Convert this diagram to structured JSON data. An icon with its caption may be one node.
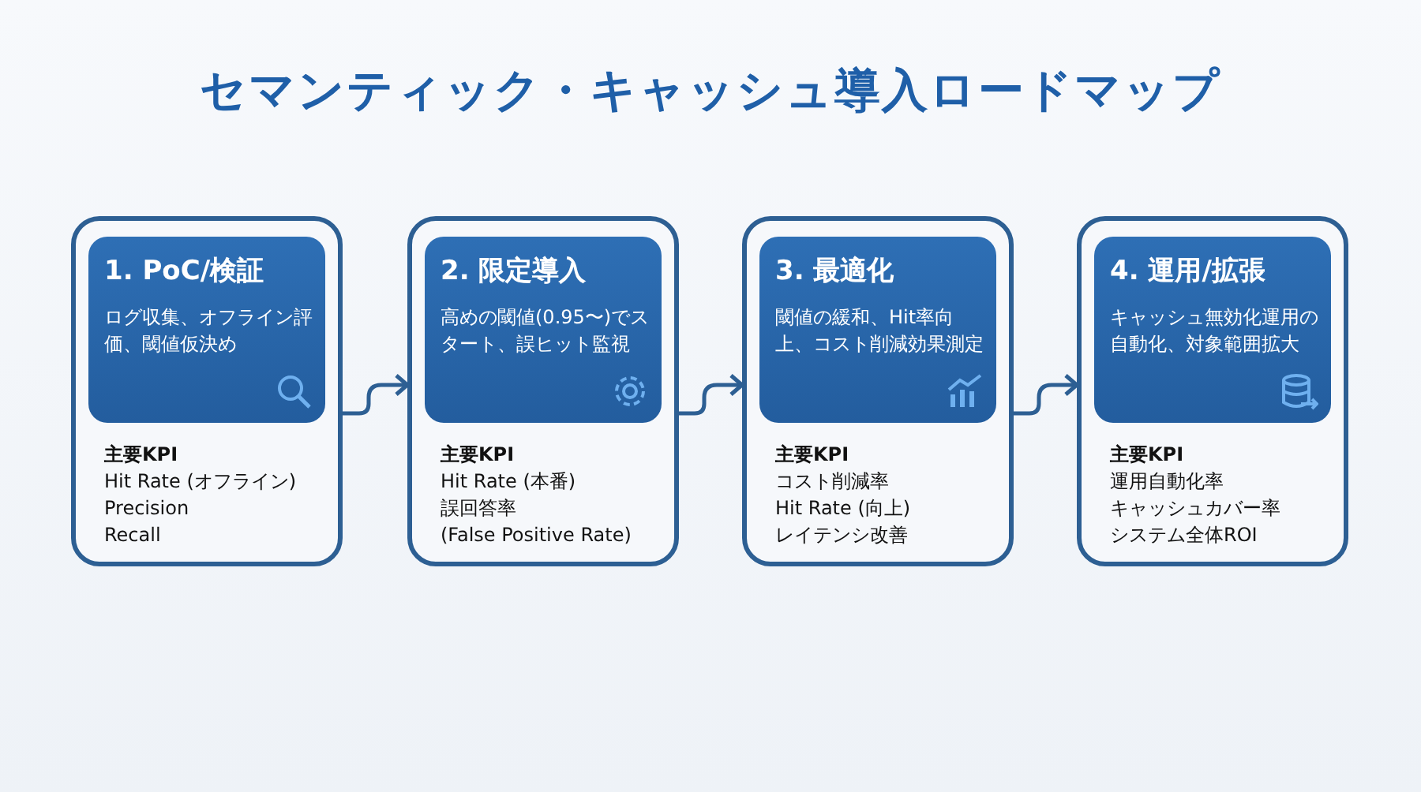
{
  "diagram": {
    "title": "セマンティック・キャッシュ導入ロードマップ",
    "nodes": [
      {
        "text": [
          "主要KPI",
          "Hit Rate (オフライン)",
          "Precision",
          "Recall"
        ]
      },
      {
        "text": [
          "1. PoC/検証",
          "ログ収集、オフライン評価、閾値仮決め"
        ],
        "in": 0
      },
      {
        "text": [
          "主要KPI",
          "Hit Rate (本番)",
          "誤回答率",
          "(False Positive Rate)"
        ]
      },
      {
        "text": [
          "2. 限定導入",
          "高めの閾値(0.95〜)でスタート、誤ヒット監視"
        ],
        "in": 2
      },
      {
        "text": [
          "主要KPI",
          "コスト削減率",
          "Hit Rate (向上)",
          "レイテンシ改善"
        ]
      },
      {
        "text": [
          "3. 最適化",
          "閾値の緩和、Hit率向上、コスト削減効果測定"
        ],
        "in": 4
      },
      {
        "text": [
          "主要KPI",
          "運用自動化率",
          "キャッシュカバー率",
          "システム全体ROI"
        ]
      },
      {
        "text": [
          "4. 運用/拡張",
          "キャッシュ無効化運用の自動化、対象範囲拡大"
        ],
        "in": 6
      }
    ],
    "edges": [
      {
        "from": 0,
        "to": 2,
        "arrow": "to"
      },
      {
        "from": 2,
        "to": 4,
        "arrow": "to"
      },
      {
        "from": 4,
        "to": 6,
        "arrow": "to"
      }
    ]
  }
}
